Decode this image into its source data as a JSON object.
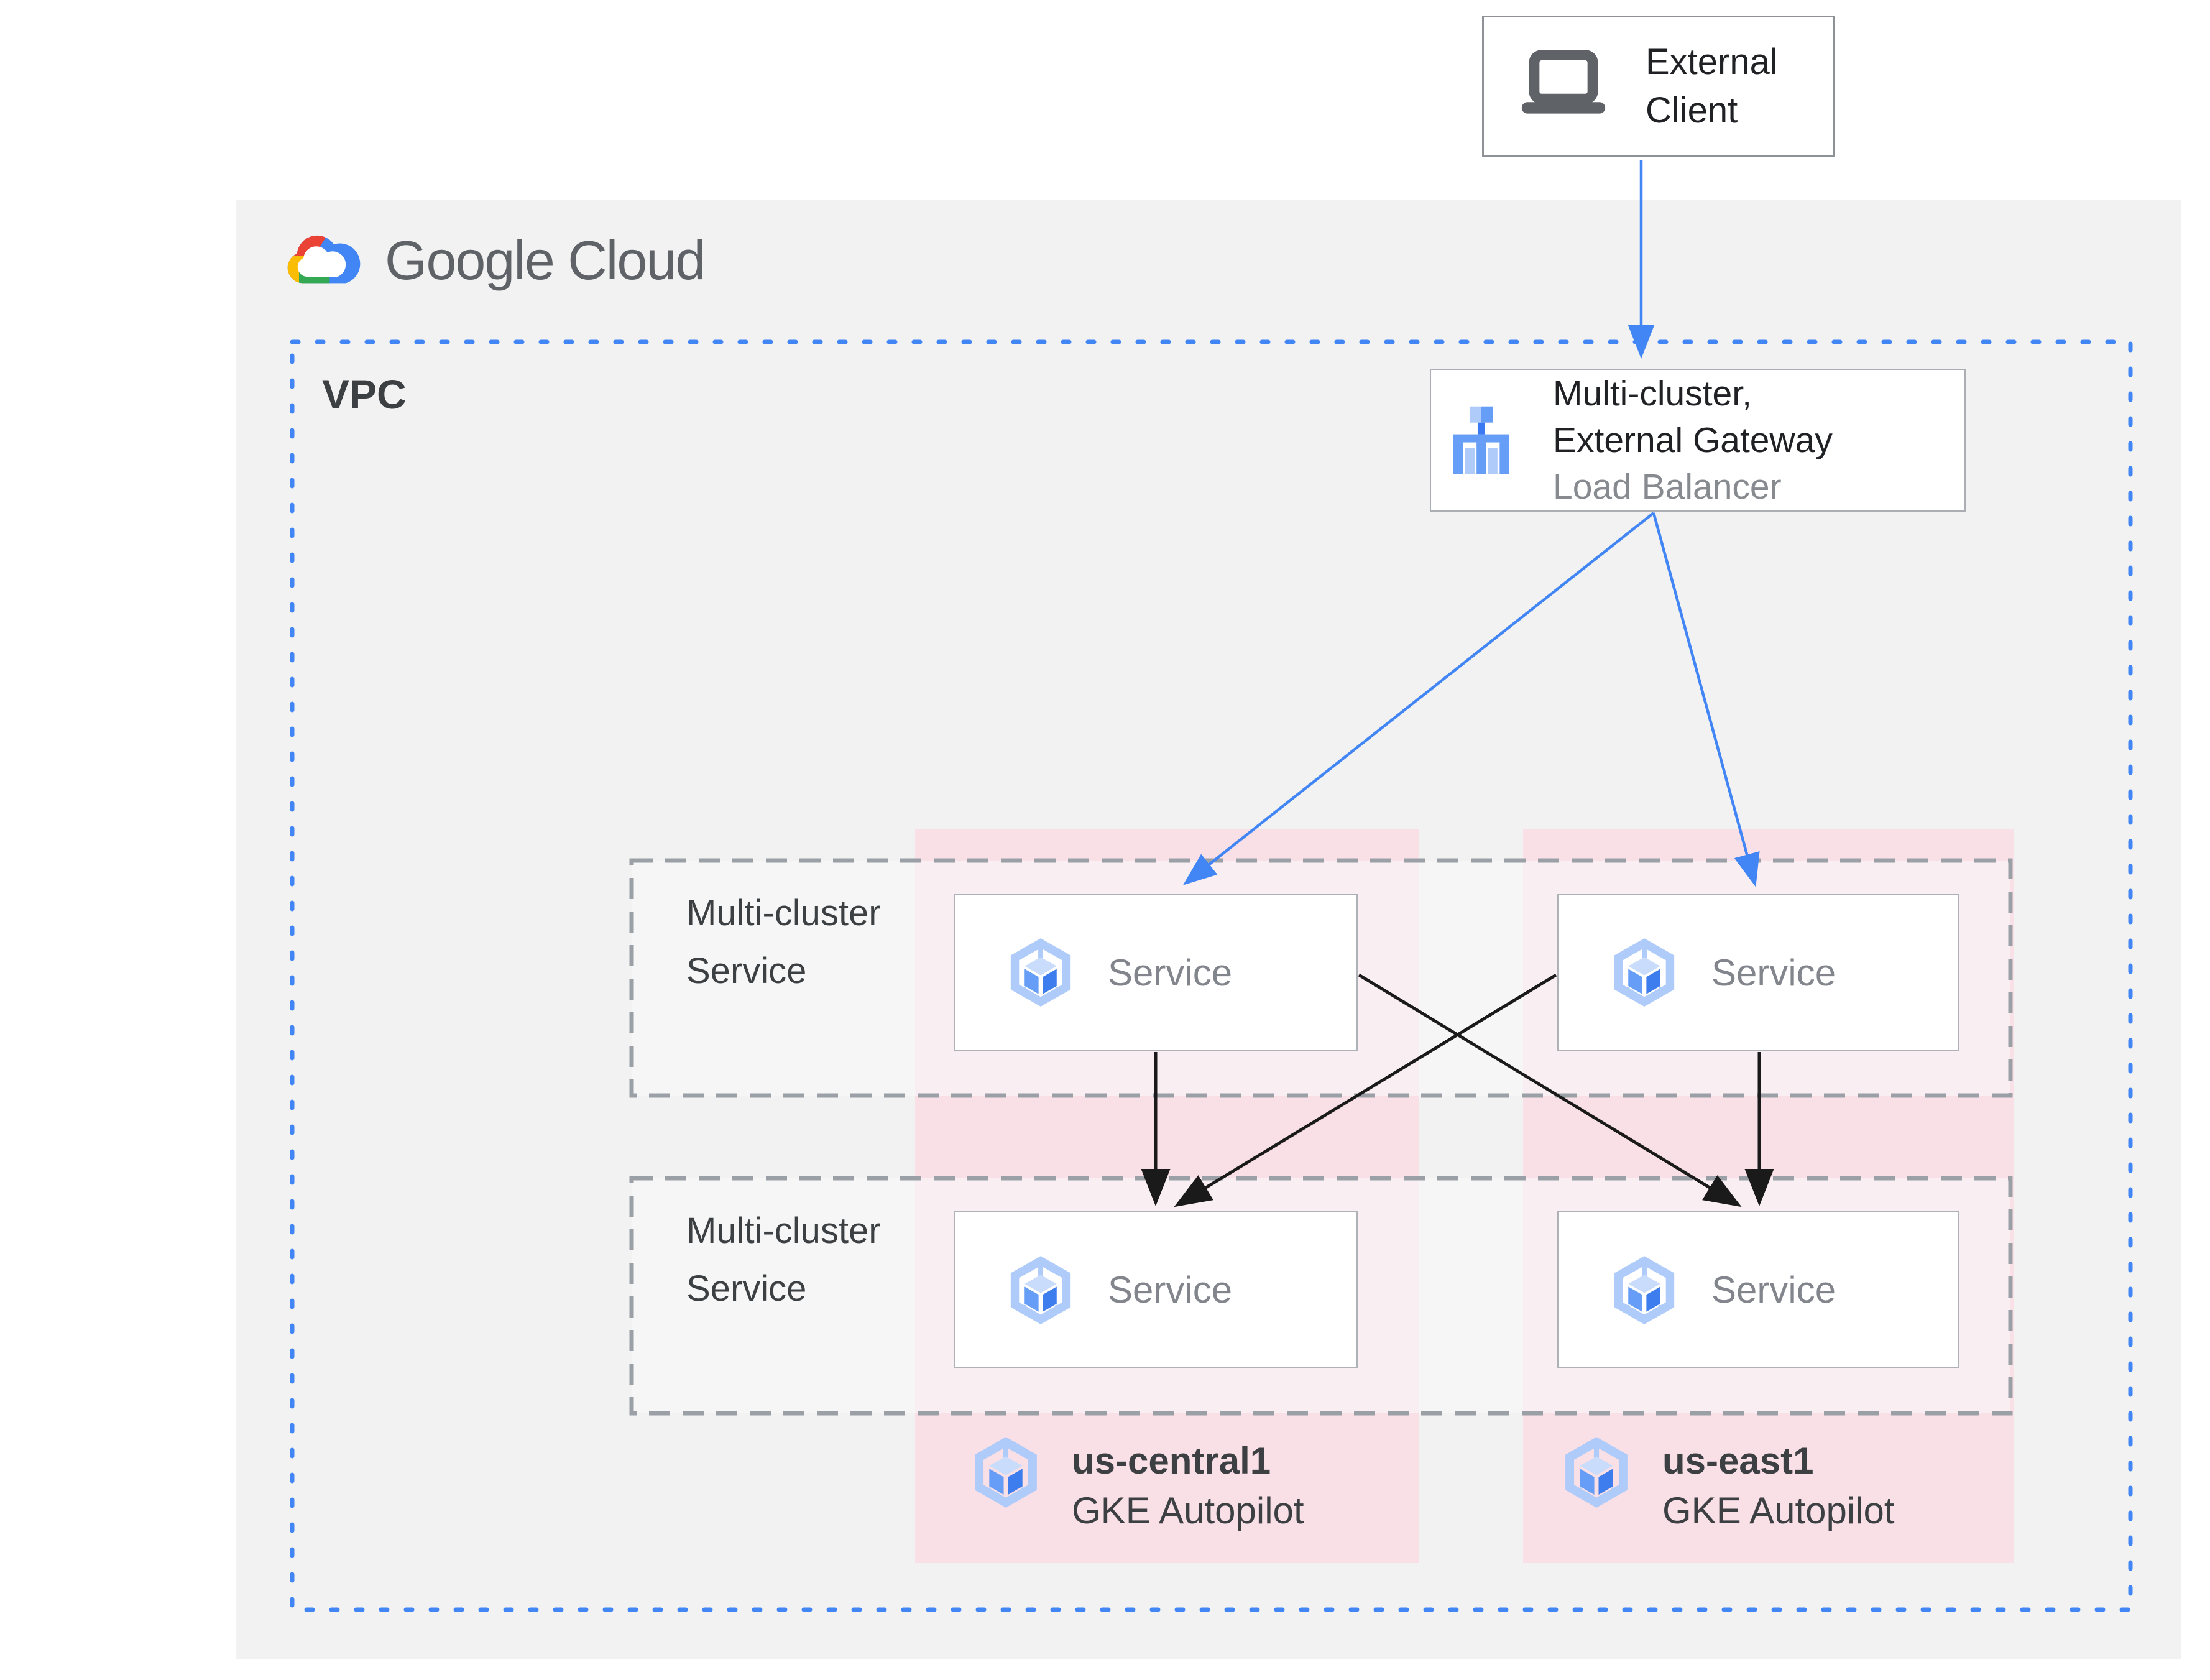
{
  "header": {
    "logo_text": "Google Cloud"
  },
  "external_client": {
    "label": "External Client"
  },
  "vpc": {
    "label": "VPC"
  },
  "load_balancer": {
    "title_line1": "Multi-cluster,",
    "title_line2": "External Gateway",
    "subtitle": "Load Balancer"
  },
  "service_rows": [
    {
      "label": "Multi-cluster Service",
      "services": [
        {
          "label": "Service"
        },
        {
          "label": "Service"
        }
      ]
    },
    {
      "label": "Multi-cluster Service",
      "services": [
        {
          "label": "Service"
        },
        {
          "label": "Service"
        }
      ]
    }
  ],
  "clusters": [
    {
      "region": "us-central1",
      "platform": "GKE Autopilot"
    },
    {
      "region": "us-east1",
      "platform": "GKE Autopilot"
    }
  ],
  "colors": {
    "accent_blue": "#4285F4",
    "pink_region": "#F9DFE6",
    "dashed_gray": "#9AA0A6",
    "panel_gray": "#F2F2F2",
    "icon_light_blue": "#AECBFA",
    "icon_mid_blue": "#669DF6",
    "logo_red": "#EA4335",
    "logo_yellow": "#FBBC04",
    "logo_green": "#34A853"
  }
}
